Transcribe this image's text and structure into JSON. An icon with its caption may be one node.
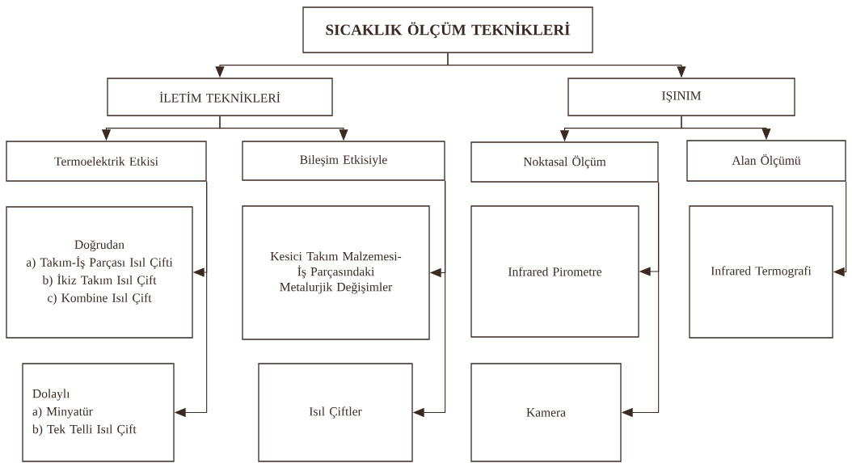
{
  "diagram": {
    "nodes": [
      {
        "text": [
          "SICAKLIK ÖLÇÜM TEKNİKLERİ"
        ]
      },
      {
        "text": [
          "İLETİM TEKNİKLERİ"
        ]
      },
      {
        "text": [
          "IŞINIM"
        ]
      },
      {
        "text": [
          "Termoelektrik Etkisi"
        ]
      },
      {
        "text": [
          "Bileşim Etkisiyle"
        ]
      },
      {
        "text": [
          "Noktasal Ölçüm"
        ]
      },
      {
        "text": [
          "Alan Ölçümü"
        ]
      },
      {
        "text": [
          "Doğrudan",
          "a) Takım-İş Parçası Isıl Çifti",
          "b) İkiz Takım Isıl Çift",
          "c) Kombine Isıl Çift"
        ]
      },
      {
        "text": [
          "Dolaylı",
          "a) Minyatür",
          "b) Tek Telli Isıl Çift"
        ]
      },
      {
        "text": [
          "Kesici Takım Malzemesi- İş Parçasındaki Metalurjik Değişimler"
        ]
      },
      {
        "text": [
          "Isıl Çiftler"
        ]
      },
      {
        "text": [
          "Infrared Pirometre"
        ]
      },
      {
        "text": [
          "Kamera"
        ]
      },
      {
        "text": [
          "Infrared Termografi"
        ]
      }
    ],
    "edges": [
      {
        "from": 0,
        "to": 1,
        "arrow": "to"
      },
      {
        "from": 0,
        "to": 2,
        "arrow": "to"
      },
      {
        "from": 1,
        "to": 3,
        "arrow": "to"
      },
      {
        "from": 1,
        "to": 4,
        "arrow": "to"
      },
      {
        "from": 2,
        "to": 5,
        "arrow": "to"
      },
      {
        "from": 2,
        "to": 6,
        "arrow": "to"
      },
      {
        "from": 3,
        "to": 7,
        "arrow": "to"
      },
      {
        "from": 3,
        "to": 8,
        "arrow": "to"
      },
      {
        "from": 4,
        "to": 9,
        "arrow": "to"
      },
      {
        "from": 4,
        "to": 10,
        "arrow": "to"
      },
      {
        "from": 5,
        "to": 11,
        "arrow": "to"
      },
      {
        "from": 5,
        "to": 12,
        "arrow": "to"
      },
      {
        "from": 6,
        "to": 13,
        "arrow": "to"
      }
    ]
  }
}
